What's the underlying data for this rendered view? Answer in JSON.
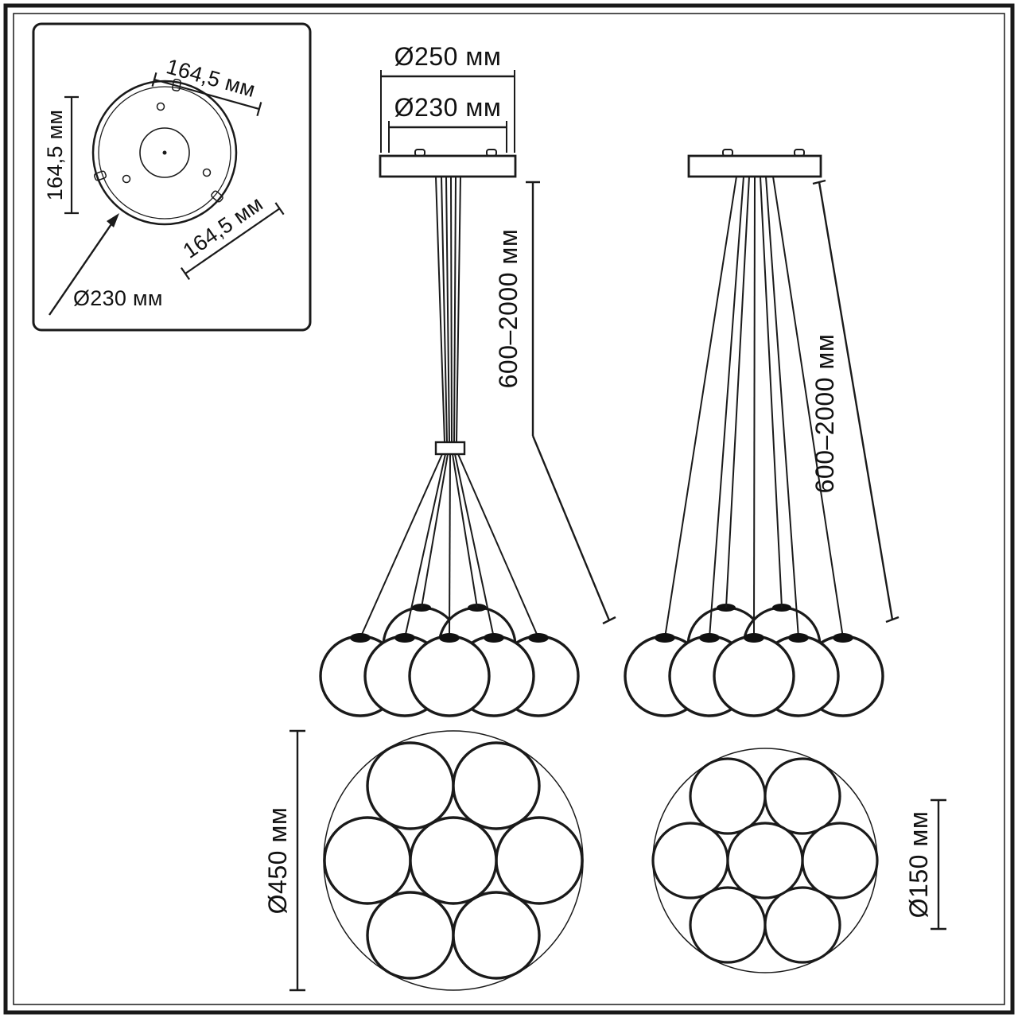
{
  "inset": {
    "dim_top": "164,5 мм",
    "dim_left": "164,5 мм",
    "dim_bottom": "164,5 мм",
    "plate_diameter": "Ø230 мм"
  },
  "front_view_left": {
    "canopy_outer": "Ø250 мм",
    "canopy_inner": "Ø230 мм",
    "suspension_height": "600–2000 мм"
  },
  "front_view_right": {
    "suspension_height": "600–2000 мм"
  },
  "top_view_left": {
    "cluster_diameter": "Ø450 мм"
  },
  "top_view_right": {
    "sphere_diameter": "Ø150 мм"
  }
}
